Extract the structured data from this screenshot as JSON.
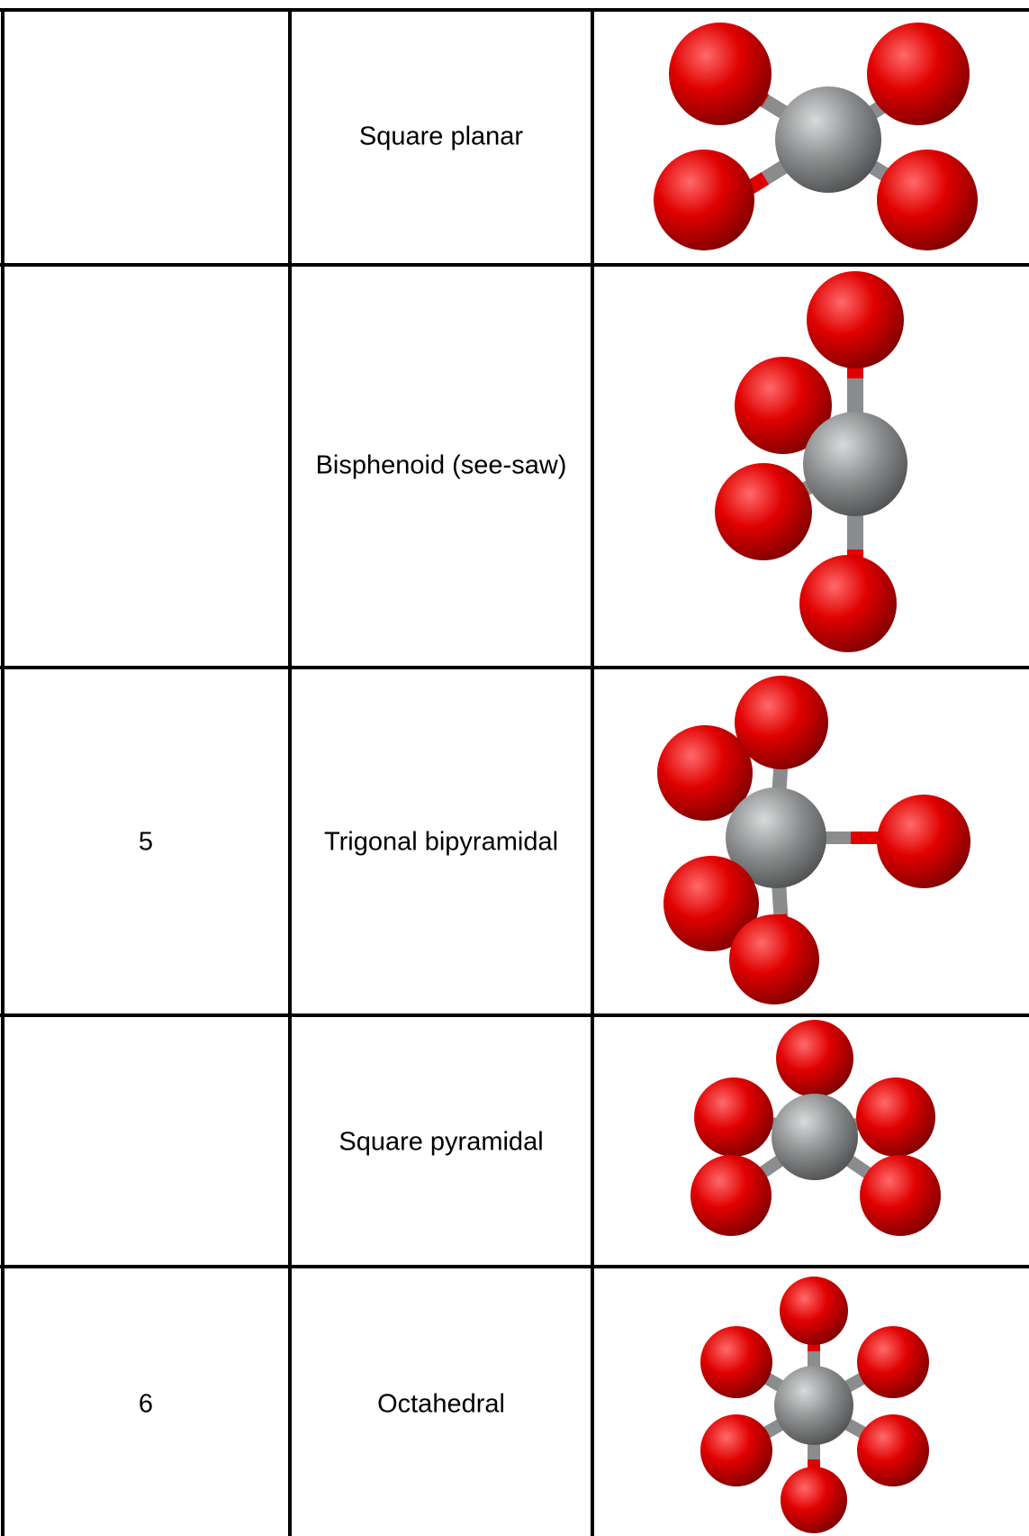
{
  "colors": {
    "ligand": "#e00000",
    "ligand_dark": "#7a0000",
    "ligand_light": "#ff6a6a",
    "center": "#8a8c8d",
    "center_dark": "#4a4c4d",
    "center_light": "#d8dadb",
    "grid_line": "#000000",
    "background": "#ffffff"
  },
  "rows": [
    {
      "coordination": "",
      "geometry": "Square planar"
    },
    {
      "coordination": "",
      "geometry": "Bisphenoid (see-saw)"
    },
    {
      "coordination": "5",
      "geometry": "Trigonal bipyramidal"
    },
    {
      "coordination": "",
      "geometry": "Square pyramidal"
    },
    {
      "coordination": "6",
      "geometry": "Octahedral"
    }
  ]
}
